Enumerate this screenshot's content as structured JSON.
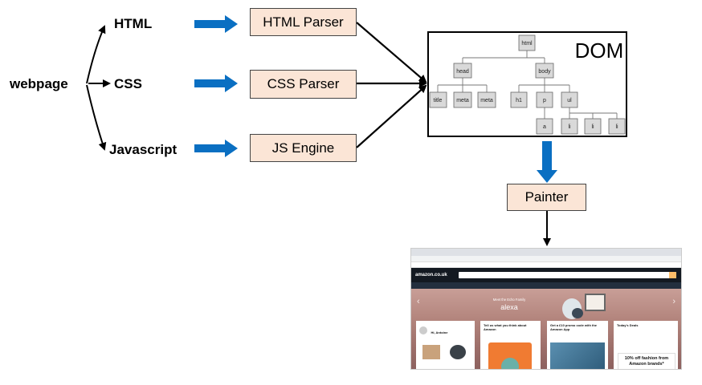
{
  "source": {
    "label": "webpage"
  },
  "inputs": [
    {
      "label": "HTML"
    },
    {
      "label": "CSS"
    },
    {
      "label": "Javascript"
    }
  ],
  "stages": [
    {
      "label": "HTML Parser"
    },
    {
      "label": "CSS Parser"
    },
    {
      "label": "JS Engine"
    }
  ],
  "dom": {
    "title": "DOM",
    "nodes": {
      "html": "html",
      "head": "head",
      "body": "body",
      "title": "title",
      "meta1": "meta",
      "meta2": "meta",
      "h1": "h1",
      "p": "p",
      "ul": "ul",
      "a": "a",
      "li1": "li",
      "li2": "li",
      "li3": "li"
    }
  },
  "painter": {
    "label": "Painter"
  },
  "screenshot": {
    "logo": "amazon.co.uk",
    "promo_line1": "Meet the Echo Family",
    "promo_line2": "alexa",
    "card1_title": "Hi, Antoine",
    "card2_title": "Tell us what you think about Amazon",
    "card3_title": "Get a £10 promo code with the Amazon App",
    "card4_title": "Today's Deals",
    "banner": "10% off fashion from Amazon brands*"
  },
  "colors": {
    "arrow_blue": "#0a6fc2",
    "stage_fill": "#fbe5d6",
    "node_fill": "#d9d9d9"
  }
}
